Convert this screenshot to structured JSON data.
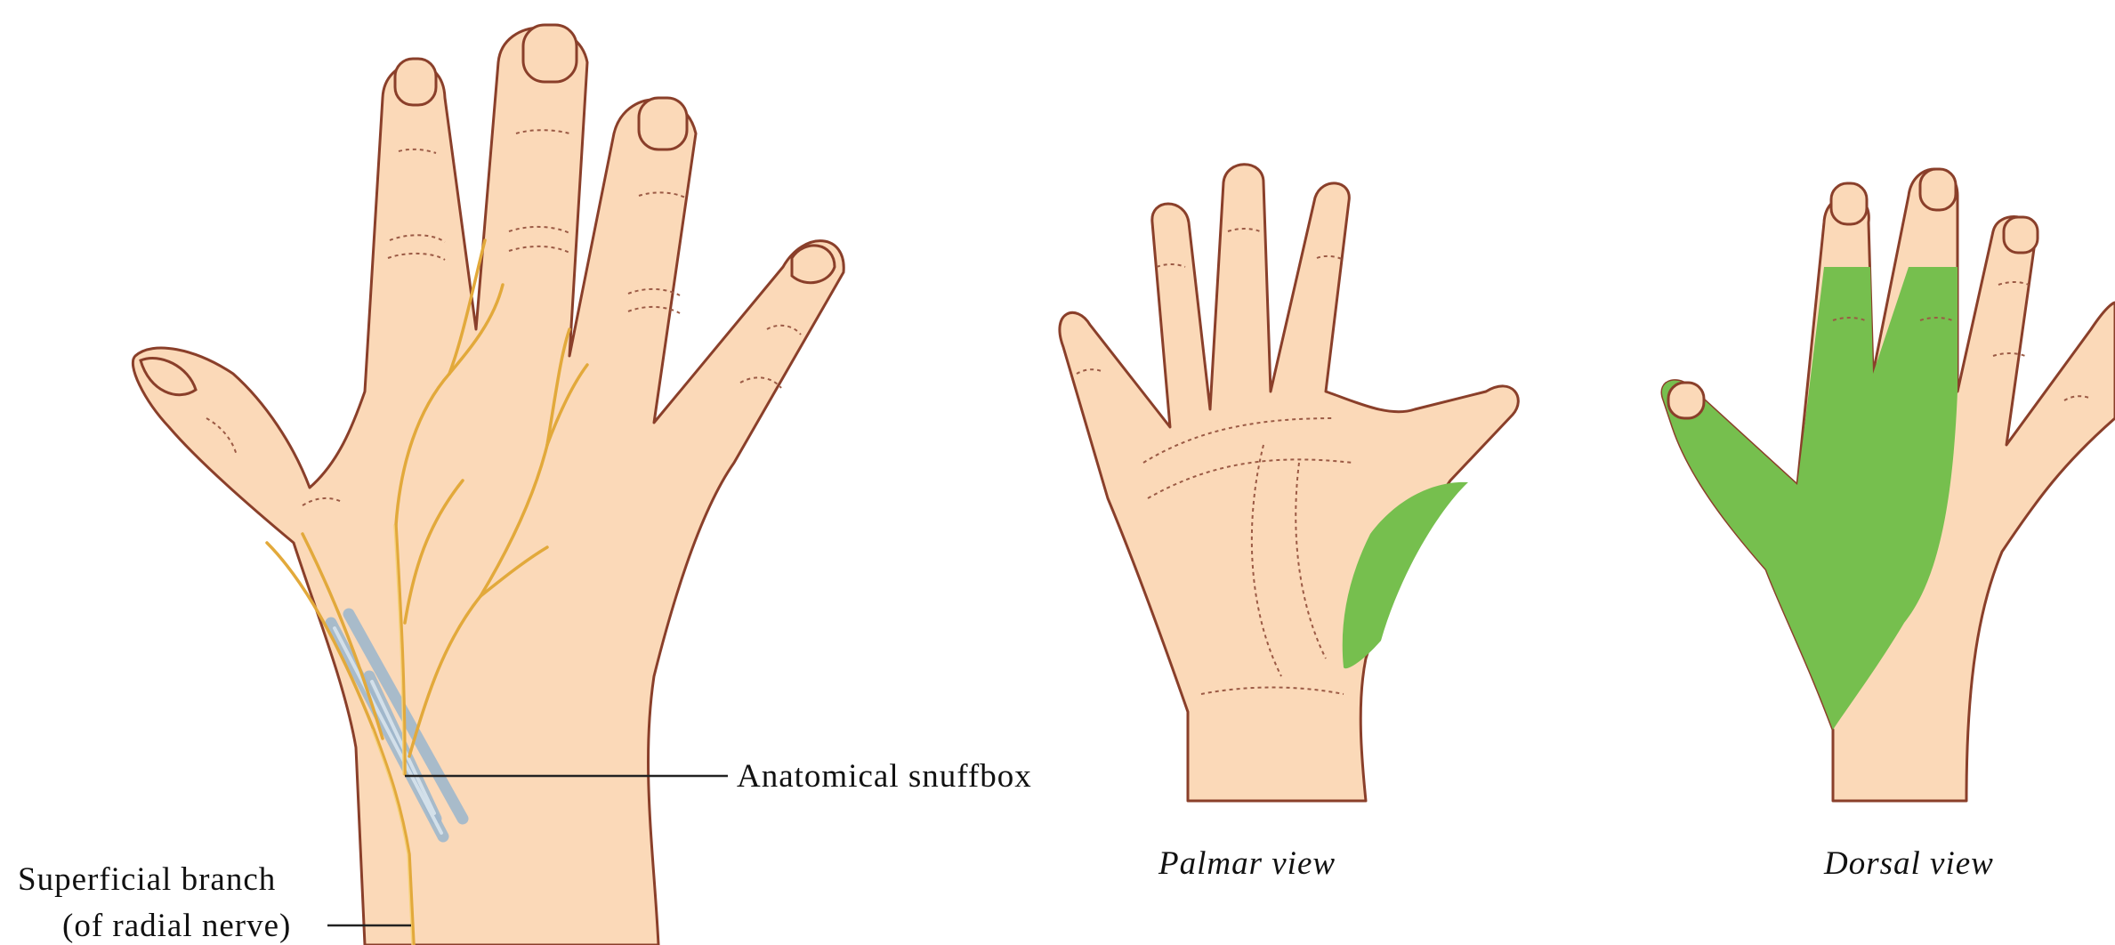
{
  "labels": {
    "anatomical_snuffbox": "Anatomical snuffbox",
    "superficial_branch_line1": "Superficial branch",
    "superficial_branch_line2": "(of radial nerve)",
    "palmar_view": "Palmar view",
    "dorsal_view": "Dorsal view"
  },
  "colors": {
    "skin": "#fbd9b8",
    "outline": "#8a3f2a",
    "nerve": "#e2a93b",
    "tendon": "#9fb7cc",
    "sensory_area": "#76bf4e"
  }
}
